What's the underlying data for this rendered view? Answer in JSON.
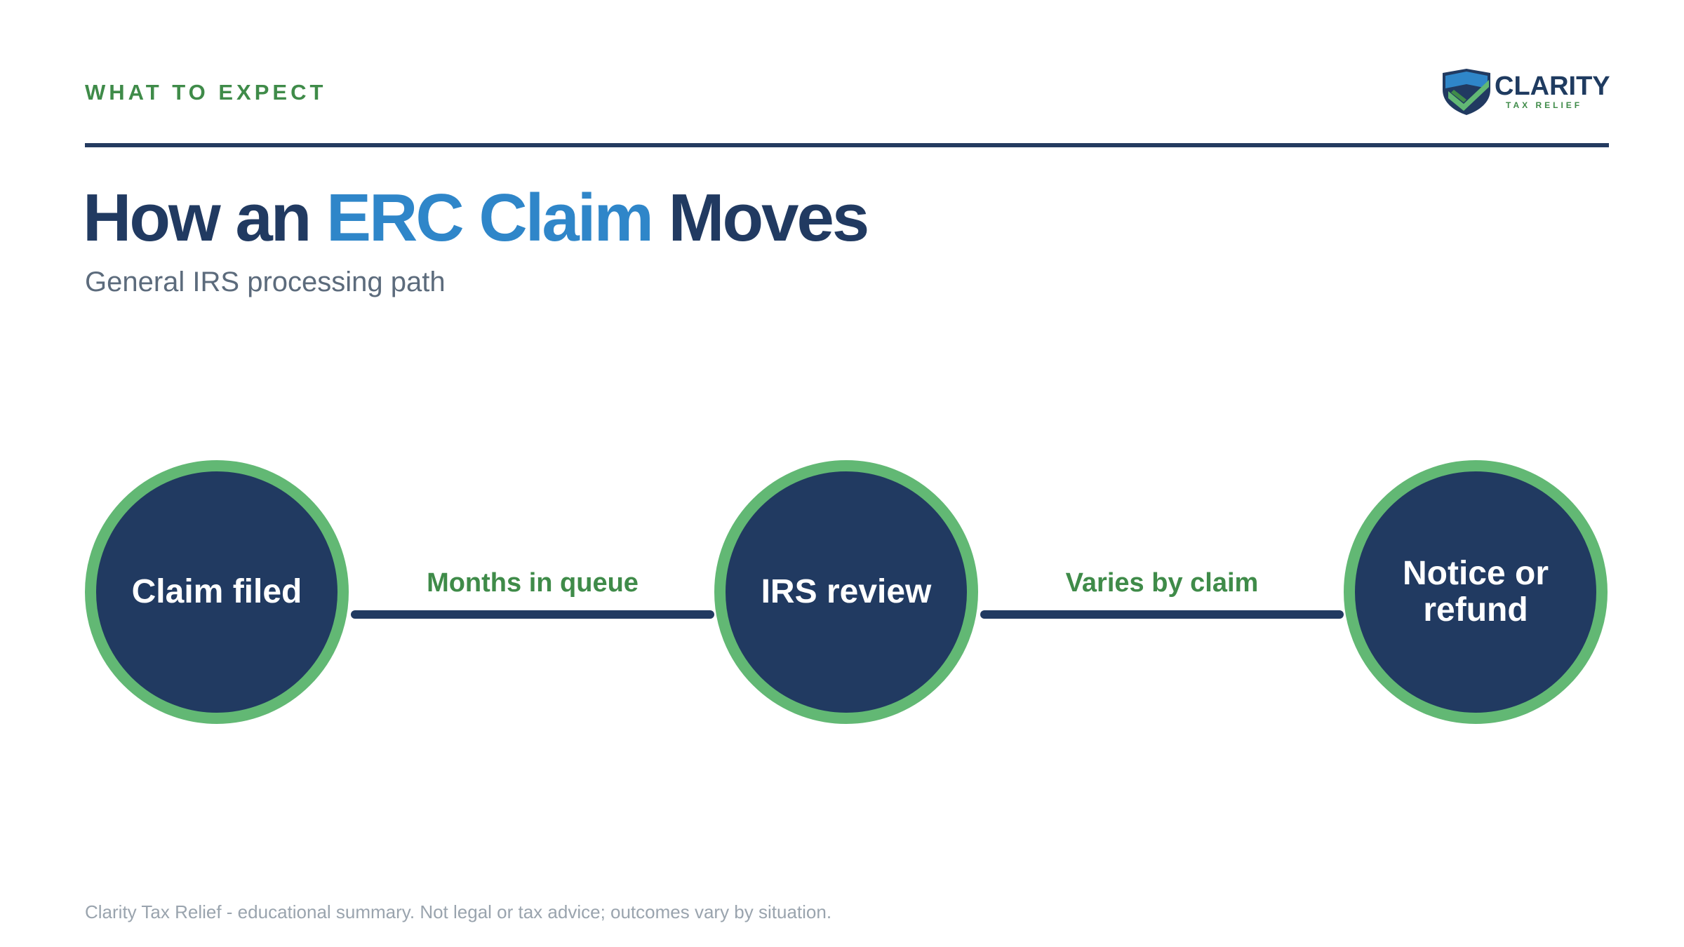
{
  "header": {
    "eyebrow": "WHAT TO EXPECT",
    "logo": {
      "icon": "shield-check-icon",
      "name": "CLARITY",
      "tagline": "TAX RELIEF"
    }
  },
  "title": {
    "part1": "How an ",
    "accent": "ERC Claim",
    "part2": " Moves",
    "subtitle": "General IRS processing path"
  },
  "flow": {
    "nodes": [
      {
        "label": "Claim filed"
      },
      {
        "label": "IRS review"
      },
      {
        "label": "Notice or\nrefund"
      }
    ],
    "connectors": [
      {
        "label": "Months in queue"
      },
      {
        "label": "Varies by claim"
      }
    ]
  },
  "colors": {
    "navy": "#213a61",
    "accent_blue": "#2f86c9",
    "green": "#62b874",
    "green_text": "#3f8b49"
  },
  "footer": {
    "text": "Clarity Tax Relief - educational summary. Not legal or tax advice; outcomes vary by situation."
  }
}
